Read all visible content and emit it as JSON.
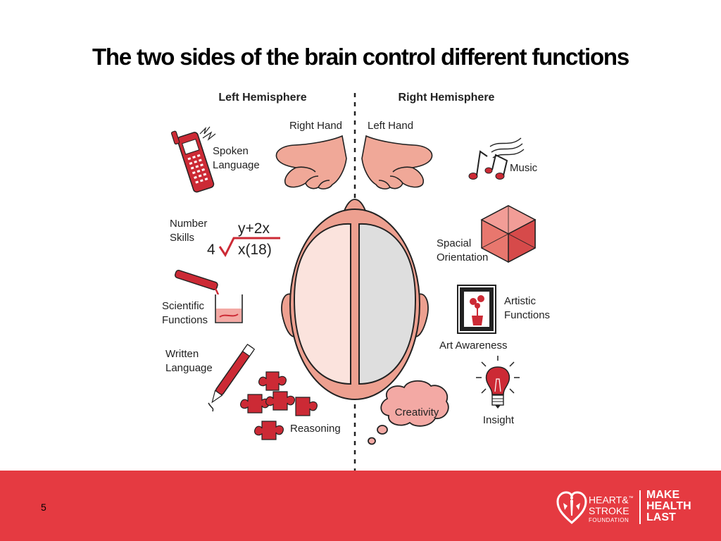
{
  "slide": {
    "title": "The two sides of the brain control different functions",
    "page_number": "5"
  },
  "diagram": {
    "left_header": "Left Hemisphere",
    "right_header": "Right Hemisphere",
    "right_hand": "Right Hand",
    "left_hand": "Left Hand",
    "spoken_language": [
      "Spoken",
      "Language"
    ],
    "number_skills": [
      "Number",
      "Skills"
    ],
    "math_top": "y+2x",
    "math_left": "4",
    "math_bottom": "x(18)",
    "scientific_functions": [
      "Scientific",
      "Functions"
    ],
    "written_language": [
      "Written",
      "Language"
    ],
    "reasoning": "Reasoning",
    "music": "Music",
    "spacial_orientation": [
      "Spacial",
      "Orientation"
    ],
    "artistic_functions": [
      "Artistic",
      "Functions"
    ],
    "art_awareness": "Art Awareness",
    "creativity": "Creativity",
    "insight": "Insight"
  },
  "logo": {
    "org_line1": "HEART&",
    "org_line2": "STROKE",
    "org_line3": "FOUNDATION",
    "trademark": "™",
    "slogan_line1": "MAKE",
    "slogan_line2": "HEALTH",
    "slogan_line3": "LAST"
  },
  "colors": {
    "brand_red": "#e53a41",
    "icon_red": "#cc2a35",
    "skin": "#eda090",
    "left_brain": "#fbe3dd",
    "right_brain": "#dedede"
  },
  "icons": [
    "cell-phone-icon",
    "test-tube-icon",
    "beaker-icon",
    "pen-icon",
    "puzzle-icon",
    "music-notes-icon",
    "cube-icon",
    "framed-picture-icon",
    "thought-bubble-icon",
    "light-bulb-icon",
    "heart-torch-icon"
  ]
}
